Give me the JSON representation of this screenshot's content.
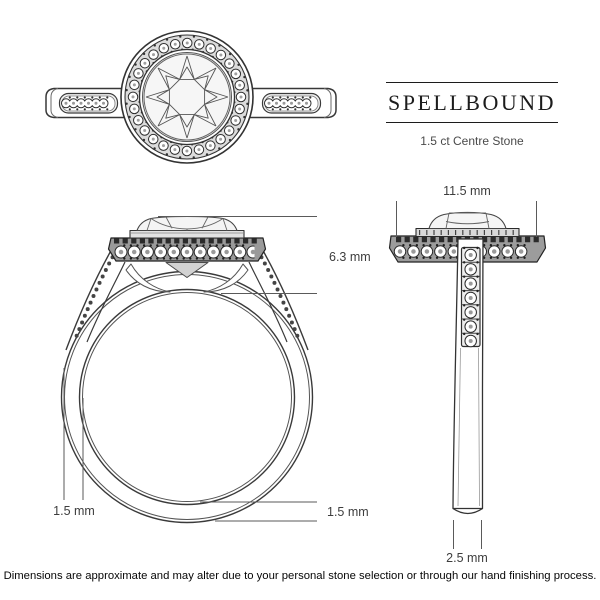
{
  "brand": {
    "title": "SPELLBOUND",
    "subtitle": "1.5 ct Centre Stone"
  },
  "dimensions": {
    "head_diameter": "11.5 mm",
    "setting_height": "6.3 mm",
    "band_thickness_side": "1.5 mm",
    "band_thickness_bottom": "1.5 mm",
    "band_width": "2.5 mm"
  },
  "footer": {
    "disclaimer": "Dimensions are approximate and may alter due to your personal stone selection or through our hand finishing process."
  },
  "colors": {
    "ink": "#2e2e2e",
    "dimension_text": "#3d3d3d",
    "background": "#ffffff"
  }
}
